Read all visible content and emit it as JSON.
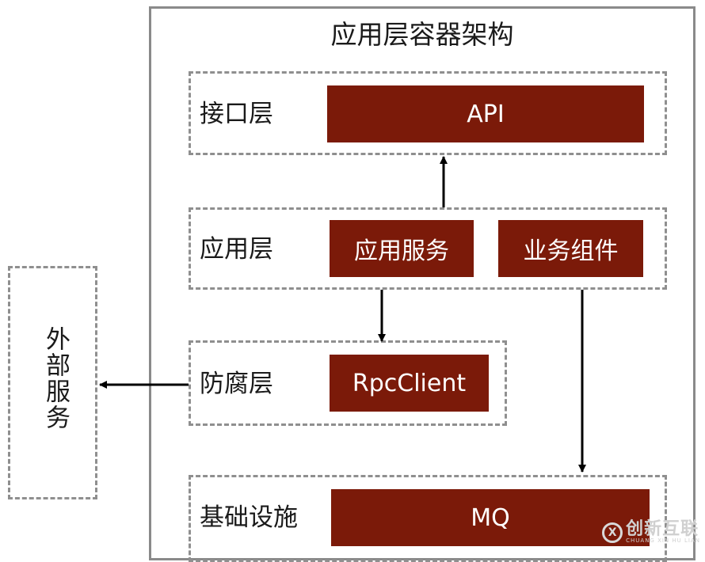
{
  "diagram": {
    "title": "应用层容器架构",
    "external_service": "外部服务",
    "layers": [
      {
        "label": "接口层",
        "components": [
          "API"
        ]
      },
      {
        "label": "应用层",
        "components": [
          "应用服务",
          "业务组件"
        ]
      },
      {
        "label": "防腐层",
        "components": [
          "RpcClient"
        ]
      },
      {
        "label": "基础设施",
        "components": [
          "MQ"
        ]
      }
    ]
  },
  "watermark": {
    "mark": "X",
    "name": "创新互联",
    "sub": "CHUANG XIN HU LIAN"
  },
  "colors": {
    "component_fill": "#7b1a09",
    "border_gray": "#8f8f8f",
    "arrow": "#000000"
  }
}
